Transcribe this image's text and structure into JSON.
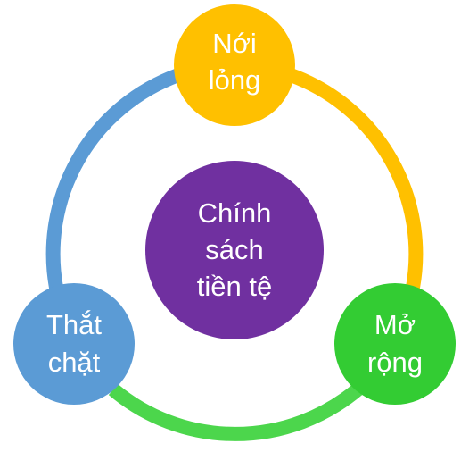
{
  "center": {
    "lines": [
      "Chính",
      "sách",
      "tiền tệ"
    ],
    "color": "#7030A0"
  },
  "nodes": [
    {
      "id": "top",
      "lines": [
        "Nới",
        "lỏng"
      ],
      "color": "#FFC000"
    },
    {
      "id": "right",
      "lines": [
        "Mở",
        "rộng"
      ],
      "color": "#33CC33"
    },
    {
      "id": "left",
      "lines": [
        "Thắt",
        "chặt"
      ],
      "color": "#5B9BD5"
    }
  ],
  "arcs": [
    {
      "from": "top",
      "to": "right",
      "color": "#FFC000"
    },
    {
      "from": "right",
      "to": "left",
      "color": "#4CD64C"
    },
    {
      "from": "left",
      "to": "top",
      "color": "#5B9BD5"
    }
  ]
}
